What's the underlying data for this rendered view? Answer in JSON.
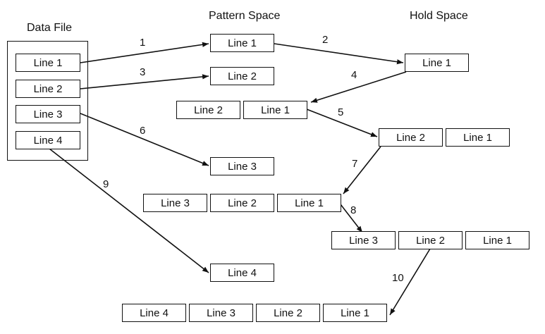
{
  "headers": {
    "data_file": "Data File",
    "pattern_space": "Pattern Space",
    "hold_space": "Hold Space"
  },
  "data_file_lines": [
    "Line 1",
    "Line 2",
    "Line 3",
    "Line 4"
  ],
  "pattern_space_states": [
    [
      "Line 1"
    ],
    [
      "Line 2"
    ],
    [
      "Line 2",
      "Line 1"
    ],
    [
      "Line 3"
    ],
    [
      "Line 3",
      "Line 2",
      "Line 1"
    ],
    [
      "Line 4"
    ],
    [
      "Line 4",
      "Line 3",
      "Line 2",
      "Line 1"
    ]
  ],
  "hold_space_states": [
    [
      "Line 1"
    ],
    [
      "Line 2",
      "Line 1"
    ],
    [
      "Line 3",
      "Line 2",
      "Line 1"
    ]
  ],
  "steps": [
    "1",
    "2",
    "3",
    "4",
    "5",
    "6",
    "7",
    "8",
    "9",
    "10"
  ]
}
